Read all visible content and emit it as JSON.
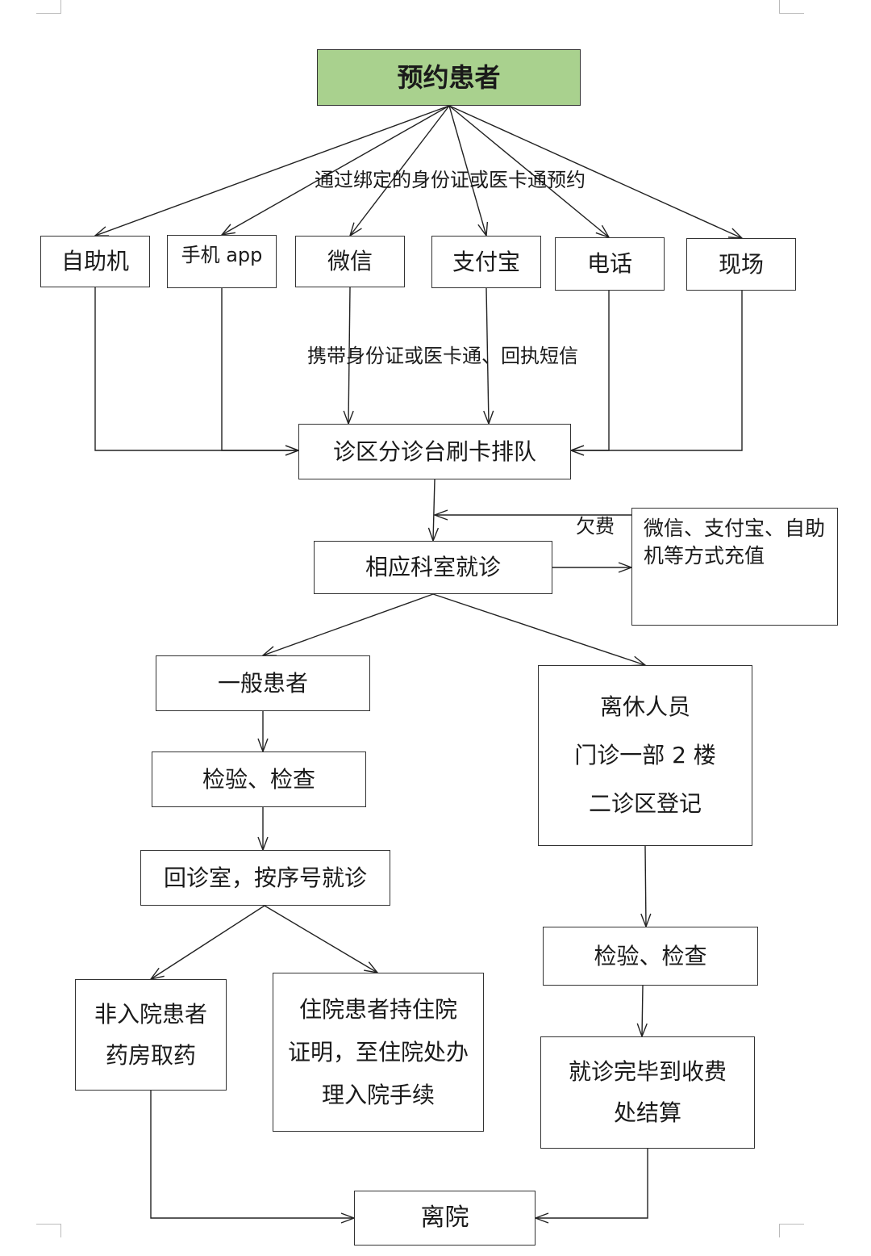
{
  "nodes": {
    "top": "预约患者",
    "c1": "自助机",
    "c2": "手机 app",
    "c3": "微信",
    "c4": "支付宝",
    "c5": "电话",
    "c6": "现场",
    "queue": "诊区分诊台刷卡排队",
    "dept": "相应科室就诊",
    "recharge": [
      "微信、支付宝、自助",
      "机等方式充值"
    ],
    "general": "一般患者",
    "exam_left": "检验、检查",
    "return": "回诊室，按序号就诊",
    "nonadmit": [
      "非入院患者",
      "药房取药"
    ],
    "inpatient": [
      "住院患者持住院",
      "证明，至住院处办",
      "理入院手续"
    ],
    "retired": [
      "离休人员",
      "门诊一部 2 楼",
      "二诊区登记"
    ],
    "exam_right": "检验、检查",
    "settle": [
      "就诊完毕到收费",
      "处结算"
    ],
    "leave": "离院"
  },
  "labels": {
    "booking": "通过绑定的身份证或医卡通预约",
    "carry": "携带身份证或医卡通、回执短信",
    "arrears": "欠费"
  }
}
